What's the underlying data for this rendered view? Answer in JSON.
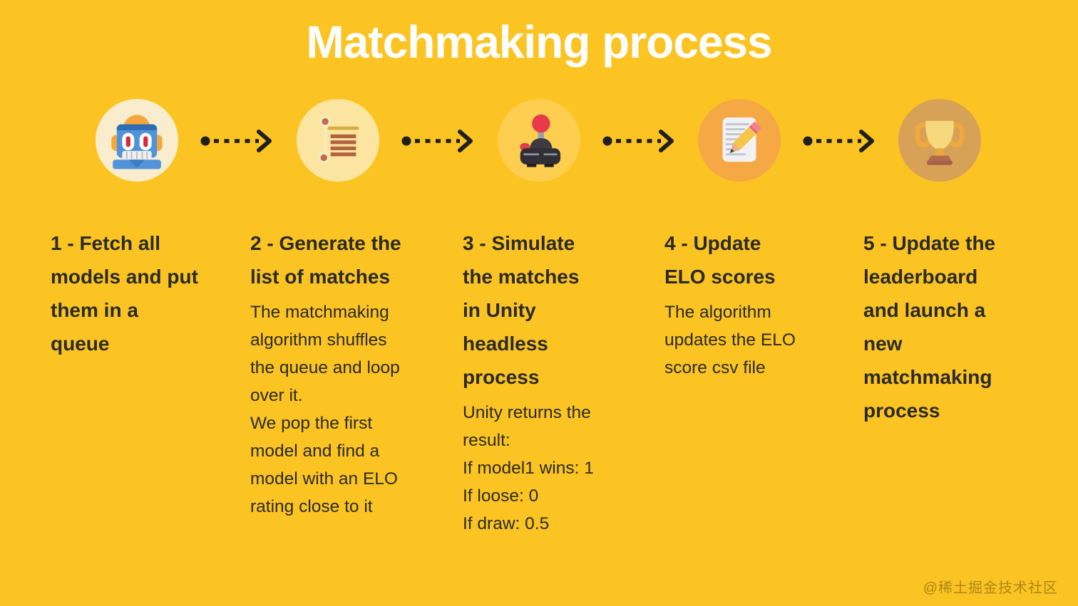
{
  "title": "Matchmaking process",
  "colors": {
    "background": "#FCC422",
    "title_text": "#FFFFFF",
    "body_text": "#2A2A26",
    "arrow": "#1F1F1F",
    "circle_1": "#F9EDCE",
    "circle_2": "#FBE5A0",
    "circle_3": "#FDCE4F",
    "circle_4": "#F5A843",
    "circle_5": "#D7A156"
  },
  "steps": [
    {
      "icon": "robot-icon",
      "heading": "1 - Fetch all\nmodels and put\nthem in a\nqueue",
      "body": ""
    },
    {
      "icon": "list-icon",
      "heading": "2 - Generate the\nlist of matches",
      "body": "The matchmaking\nalgorithm shuffles\nthe queue and loop\nover it.\nWe pop the first\nmodel and find a\nmodel with an ELO\nrating close to it"
    },
    {
      "icon": "joystick-icon",
      "heading": "3 - Simulate\nthe matches\nin Unity\nheadless\nprocess",
      "body": "Unity returns the\nresult:\nIf model1 wins: 1\nIf loose: 0\nIf draw: 0.5"
    },
    {
      "icon": "note-pencil-icon",
      "heading": "4 - Update\nELO scores",
      "body": "The algorithm\nupdates the ELO\nscore csv file"
    },
    {
      "icon": "trophy-icon",
      "heading": "5 - Update the\nleaderboard\nand launch a\nnew\nmatchmaking\nprocess",
      "body": ""
    }
  ],
  "watermark": "@稀土掘金技术社区"
}
